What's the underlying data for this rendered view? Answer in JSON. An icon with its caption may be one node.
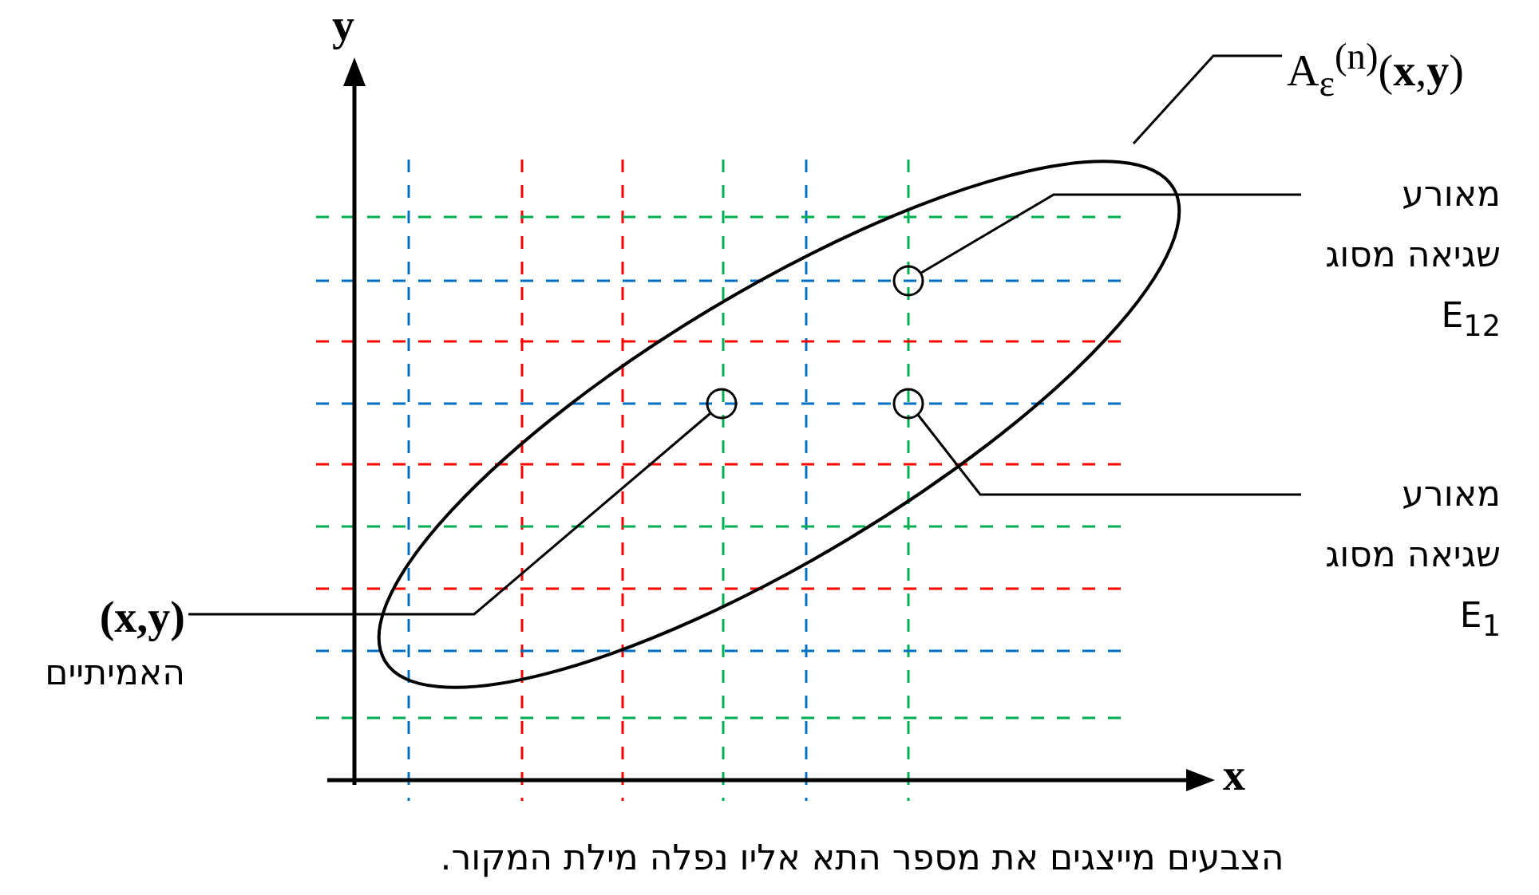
{
  "diagram": {
    "caption": "הצבעים מייצגים את מספר התא אליו נפלה מילת המקור.",
    "nodes": [
      {
        "text": [
          "A$_{ε}$$^{(n)}$(**x**,**y**)"
        ]
      },
      {
        "text": [],
        "shape": "ellipse"
      },
      {
        "text": [
          "מאורע שגיאה מסוג E$_{12}$"
        ]
      },
      {
        "text": [],
        "shape": "circle",
        "in": 1
      },
      {
        "text": [],
        "shape": "circle",
        "in": 1
      },
      {
        "text": [],
        "shape": "circle",
        "in": 1
      },
      {
        "text": [
          "מאורע שגיאה מסוג E$_{1}$"
        ]
      },
      {
        "text": [
          "(x,y)",
          "האמיתיים"
        ]
      }
    ],
    "edges": [
      {
        "from": 0,
        "to": 1,
        "arrow": "none"
      },
      {
        "from": 2,
        "to": 3,
        "arrow": "none"
      },
      {
        "from": 6,
        "to": 5,
        "arrow": "none"
      },
      {
        "from": 7,
        "to": 4,
        "arrow": "none"
      }
    ],
    "labels": [
      "y",
      "x"
    ]
  }
}
